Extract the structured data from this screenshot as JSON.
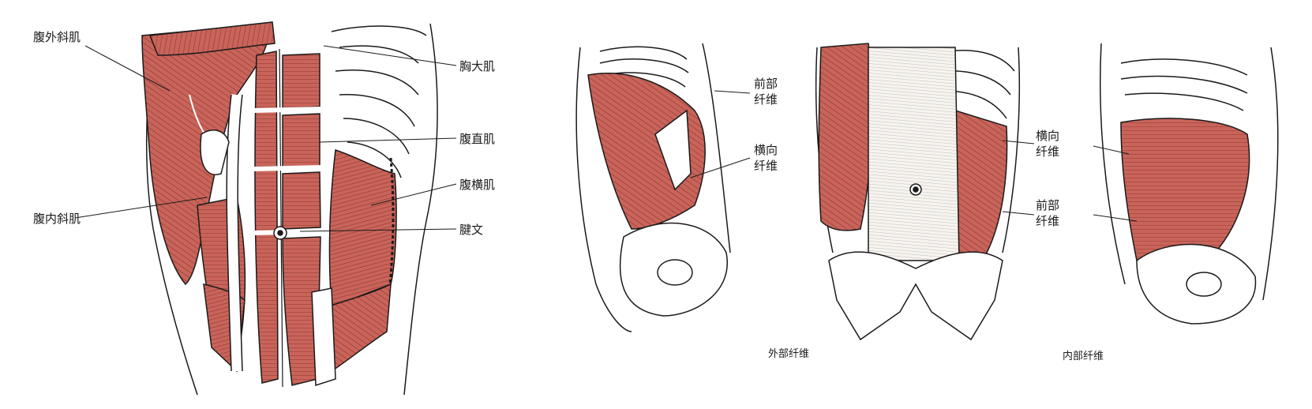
{
  "colors": {
    "muscle": "#c9645a",
    "muscle_dark": "#8e3a33",
    "bone": "#ffffff",
    "ink": "#1a1a1a",
    "fascia": "#f4f1ec"
  },
  "figure1": {
    "labels": {
      "external_oblique": "腹外斜肌",
      "internal_oblique": "腹内斜肌",
      "pectoralis_major": "胸大肌",
      "rectus_abdominis": "腹直肌",
      "transversus_abdominis": "腹横肌",
      "tendinous_inscription": "腱文"
    }
  },
  "figure2": {
    "labels": {
      "anterior_fibers_1": "前部",
      "anterior_fibers_2": "纤维",
      "transverse_fibers_1": "横向",
      "transverse_fibers_2": "纤维"
    },
    "caption": "外部纤维"
  },
  "figure3": {
    "labels": {
      "transverse_fibers_1": "横向",
      "transverse_fibers_2": "纤维",
      "anterior_fibers_1": "前部",
      "anterior_fibers_2": "纤维"
    },
    "caption": "内部纤维"
  }
}
